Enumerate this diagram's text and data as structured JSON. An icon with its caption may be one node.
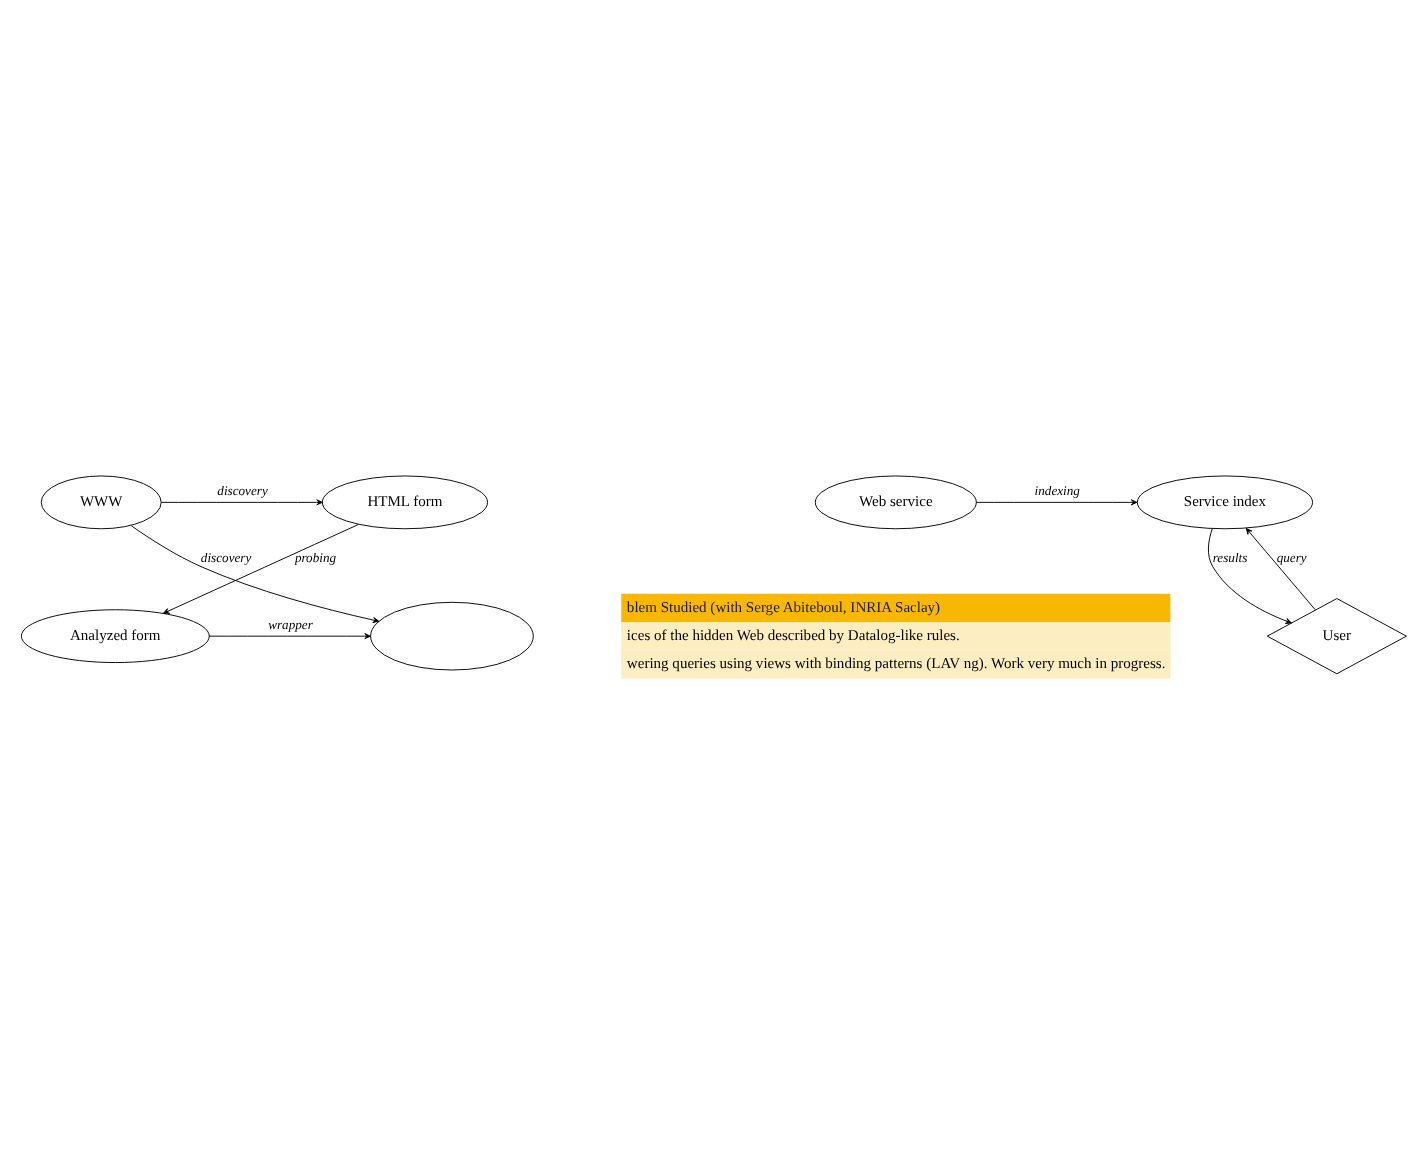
{
  "diagram": {
    "nodes": [
      {
        "text": [
          "WWW"
        ]
      },
      {
        "text": [
          "HTML form"
        ]
      },
      {
        "text": [],
        "shape": "ellipse"
      },
      {
        "text": [
          "Analyzed form"
        ]
      },
      {
        "text": [
          "Web service"
        ]
      },
      {
        "text": [
          "Service index"
        ]
      },
      {
        "text": [
          "User"
        ]
      },
      {
        "text": [
          "blem Studied (with Serge Abiteboul, INRIA Saclay)",
          "ices of the hidden Web described by Datalog-like rules.",
          "wering queries using views with binding patterns (LAV ng). Work very much in progress."
        ]
      }
    ],
    "edges": [
      {
        "from": 0,
        "to": 1,
        "arrow": "to",
        "label": "discovery"
      },
      {
        "from": 0,
        "to": 2,
        "arrow": "to",
        "label": "discovery"
      },
      {
        "from": 1,
        "to": 3,
        "arrow": "to",
        "label": "probing"
      },
      {
        "from": 3,
        "to": 2,
        "arrow": "to",
        "label": "wrapper"
      },
      {
        "from": 4,
        "to": 5,
        "arrow": "to",
        "label": "indexing"
      },
      {
        "from": 6,
        "to": 5,
        "arrow": "to",
        "label": "query"
      },
      {
        "from": 5,
        "to": 6,
        "arrow": "to",
        "label": "results"
      }
    ]
  }
}
